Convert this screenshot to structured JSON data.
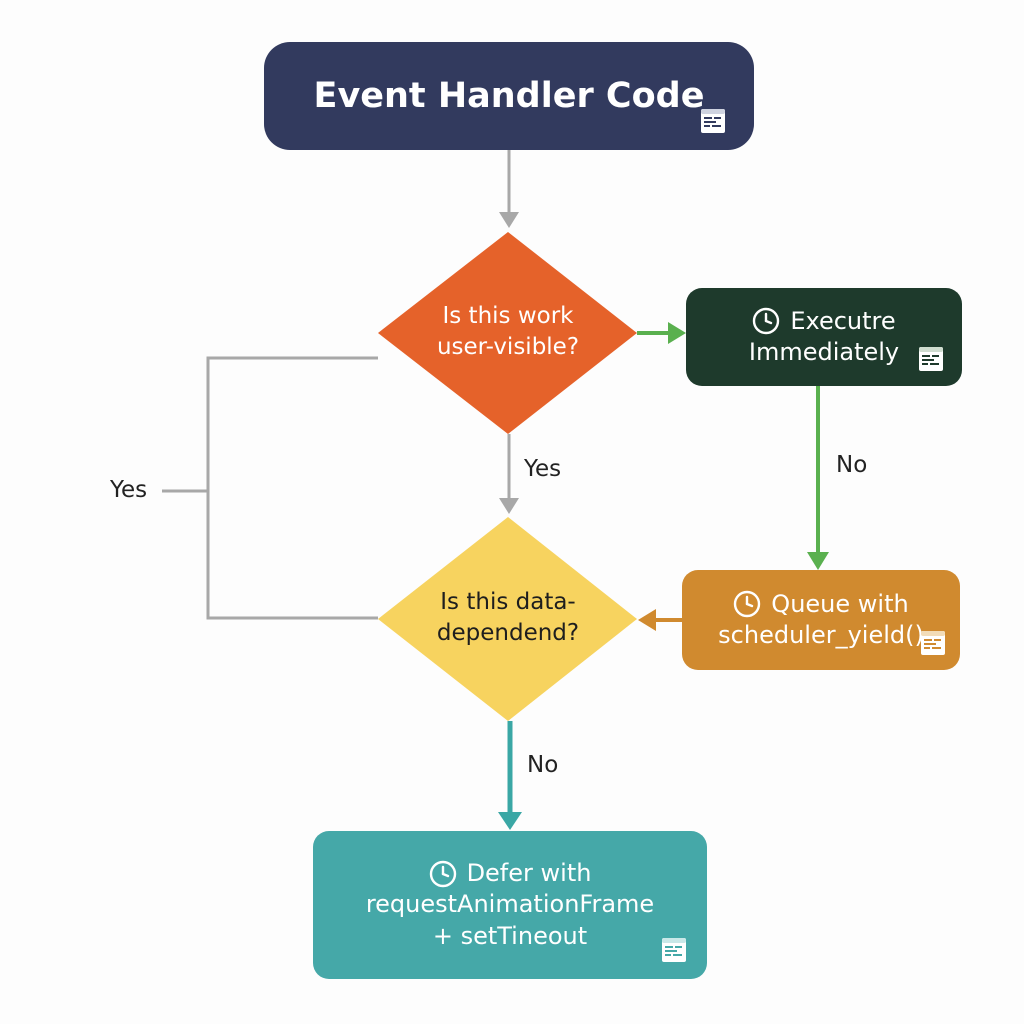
{
  "nodes": {
    "start": {
      "label": "Event Handler Code"
    },
    "decision_visible": {
      "lines": [
        "Is this work",
        "user-visible?"
      ]
    },
    "execute": {
      "lines": [
        "Executre",
        "Immediately"
      ]
    },
    "decision_data": {
      "lines": [
        "Is this data-",
        "dependend?"
      ]
    },
    "queue": {
      "lines": [
        "Queue with",
        "scheduler_yield()"
      ]
    },
    "defer": {
      "lines": [
        "Defer with",
        "requestAnimationFrame",
        "+ setTineout"
      ]
    }
  },
  "edge_labels": {
    "left_yes": "Yes",
    "center_yes": "Yes",
    "right_no": "No",
    "bottom_no": "No"
  },
  "icons": {
    "clock": "clock-icon",
    "code_window": "code-window-icon"
  },
  "colors": {
    "start": "#323a5e",
    "decision_visible": "#e5622a",
    "execute": "#1e3a2c",
    "decision_data": "#f7d35f",
    "queue": "#d08a2f",
    "defer": "#45a8a8",
    "edge_gray": "#a8a8a8",
    "edge_green": "#5ab04f",
    "edge_orange": "#d08a2f",
    "edge_teal": "#3aa7a5"
  }
}
